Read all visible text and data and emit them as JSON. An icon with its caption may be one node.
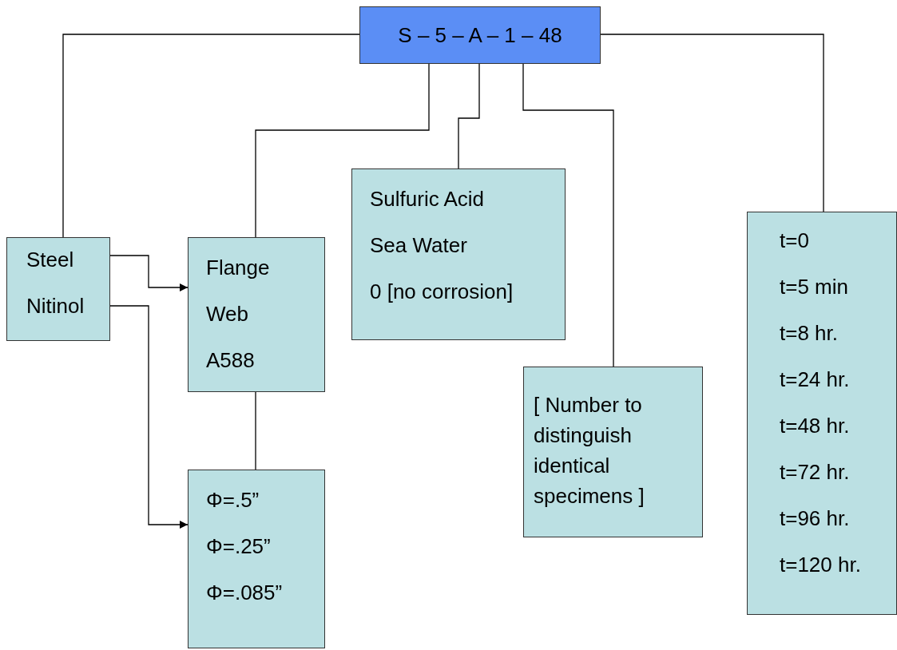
{
  "diagram": {
    "nodes": [
      {
        "text": [
          "S – 5 – A – 1 – 48"
        ]
      },
      {
        "text": [
          "Steel",
          "Nitinol"
        ]
      },
      {
        "text": [
          "Flange",
          "Web",
          "A588"
        ]
      },
      {
        "text": [
          "Sulfuric Acid",
          "Sea Water",
          "0 [no corrosion]"
        ]
      },
      {
        "text": [
          "Φ=.5”",
          "Φ=.25”",
          "Φ=.085”"
        ]
      },
      {
        "text": [
          "[ Number to distinguish identical specimens ]"
        ]
      },
      {
        "text": [
          "t=0",
          "t=5 min",
          "t=8 hr.",
          "t=24 hr.",
          "t=48 hr.",
          "t=72 hr.",
          "t=96 hr.",
          "t=120 hr."
        ]
      }
    ],
    "edges": [
      {
        "from": 0,
        "to": 1,
        "arrow": "none"
      },
      {
        "from": 0,
        "to": 2,
        "arrow": "none"
      },
      {
        "from": 0,
        "to": 3,
        "arrow": "none"
      },
      {
        "from": 0,
        "to": 5,
        "arrow": "none"
      },
      {
        "from": 0,
        "to": 6,
        "arrow": "none"
      },
      {
        "from": 1,
        "to": 2,
        "arrow": "to"
      },
      {
        "from": 1,
        "to": 4,
        "arrow": "to"
      },
      {
        "from": 2,
        "to": 4,
        "arrow": "none"
      }
    ]
  }
}
